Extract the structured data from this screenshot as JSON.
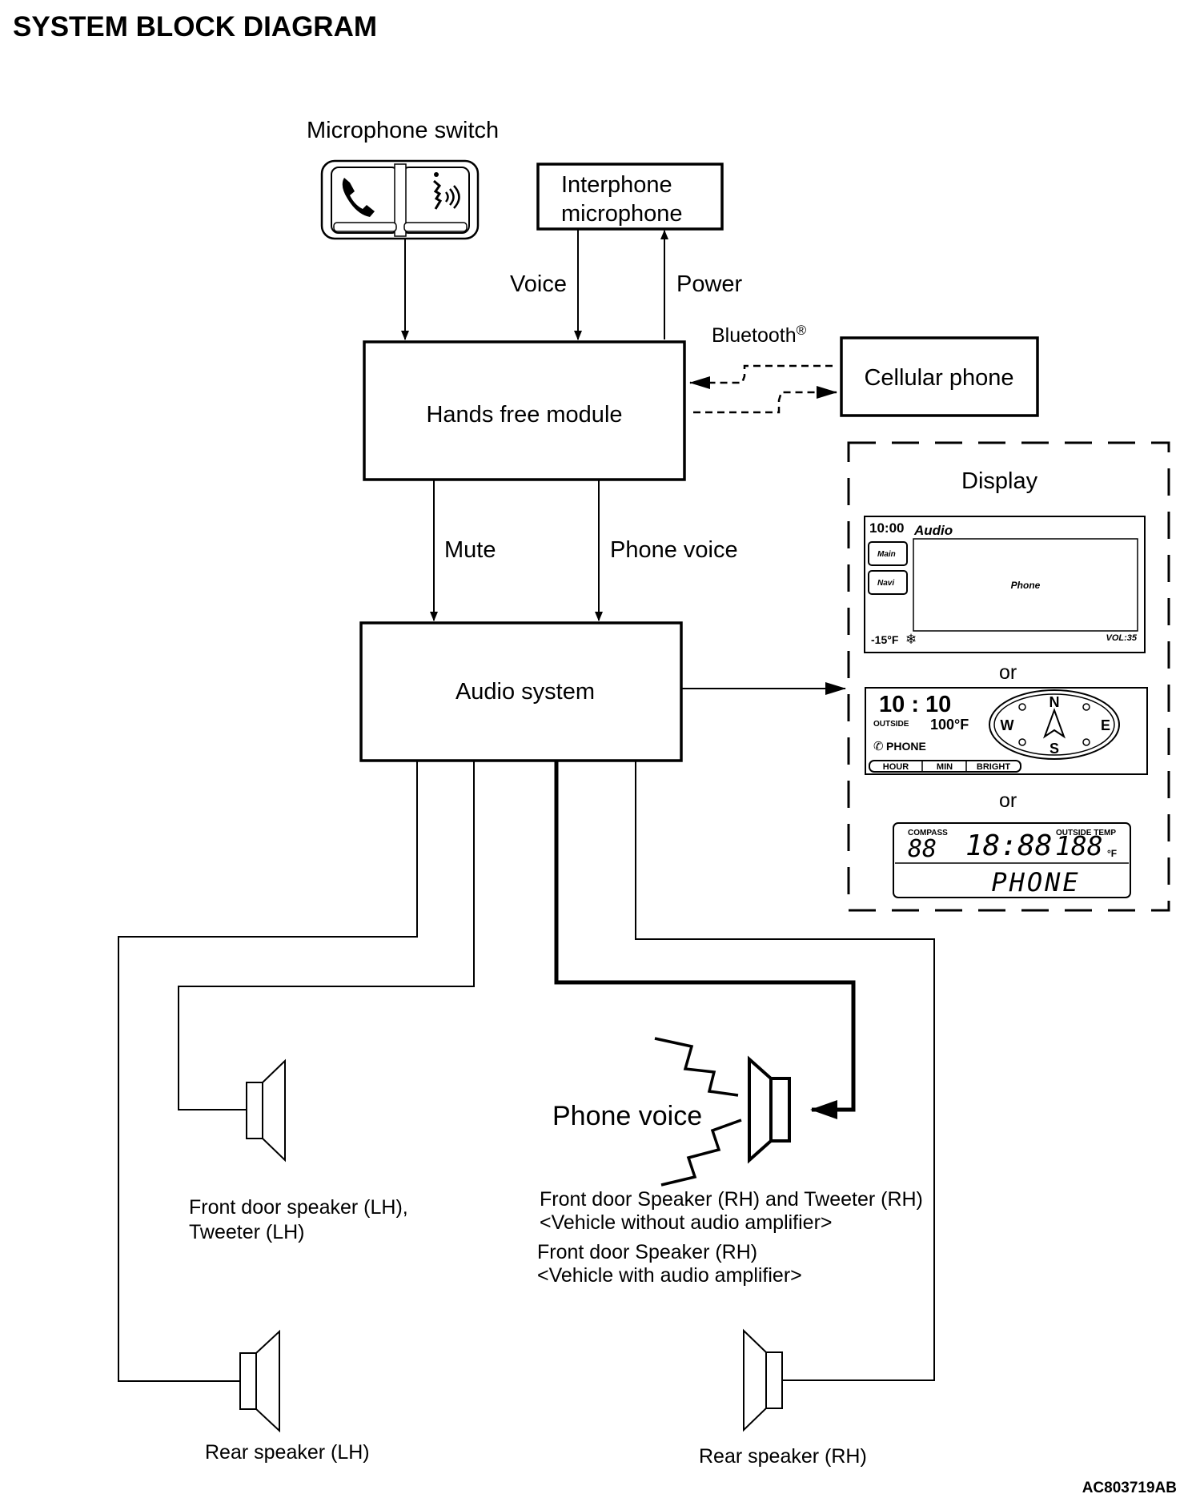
{
  "title": "SYSTEM BLOCK DIAGRAM",
  "figure_id": "AC803719AB",
  "nodes": {
    "microphone_switch": "Microphone switch",
    "interphone_microphone": [
      "Interphone",
      "microphone"
    ],
    "hands_free_module": "Hands free module",
    "cellular_phone": "Cellular phone",
    "audio_system": "Audio system",
    "display": "Display"
  },
  "edges": {
    "voice": "Voice",
    "power": "Power",
    "bluetooth": "Bluetooth",
    "bluetooth_mark": "®",
    "mute": "Mute",
    "phone_voice": "Phone voice"
  },
  "display_options": {
    "separator": "or",
    "option1": {
      "time": "10:00",
      "mode": "Audio",
      "button_main": "Main",
      "button_navi": "Navi",
      "screen_text": "Phone",
      "temp": "-15°F",
      "volume": "VOL:35"
    },
    "option2": {
      "time": "10 : 10",
      "outside_label": "OUTSIDE",
      "outside_temp": "100°F",
      "phone_label": "PHONE",
      "buttons": [
        "HOUR",
        "MIN",
        "BRIGHT"
      ],
      "compass": {
        "n": "N",
        "s": "S",
        "e": "E",
        "w": "W"
      }
    },
    "option3": {
      "compass_label": "COMPASS",
      "compass_value": "88",
      "time": "18:88",
      "temp_label": "OUTSIDE TEMP",
      "temp_value": "188",
      "temp_unit": "°F",
      "message": "PHONE"
    }
  },
  "speakers": {
    "phone_voice_label": "Phone voice",
    "front_lh": [
      "Front door speaker (LH),",
      "Tweeter (LH)"
    ],
    "front_rh_no_amp": [
      "Front door Speaker (RH) and Tweeter (RH)",
      "<Vehicle without audio amplifier>"
    ],
    "front_rh_amp": [
      "Front door Speaker (RH)",
      "<Vehicle with audio amplifier>"
    ],
    "rear_lh": "Rear speaker (LH)",
    "rear_rh": "Rear speaker (RH)"
  }
}
